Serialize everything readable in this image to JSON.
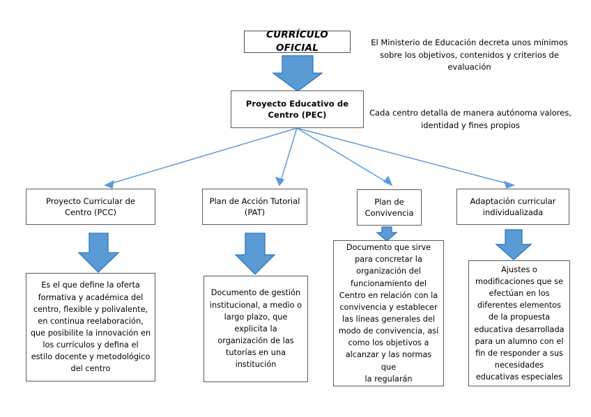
{
  "diagram": {
    "title_node": {
      "label": "CURRÍCULO OFICIAL"
    },
    "pec_node": {
      "label": "Proyecto Educativo de\nCentro (PEC)"
    },
    "notes": [
      {
        "name": "note-ministerio",
        "text": "El Ministerio de Educación decreta unos mínimos\nsobre los objetivos, contenidos y criterios de\nevaluación"
      },
      {
        "name": "note-centro",
        "text": "Cada centro detalla de manera autónoma valores,\nidentidad y fines propios"
      }
    ],
    "branches": [
      {
        "name": "pcc",
        "title": "Proyecto Curricular de\nCentro (PCC)",
        "description": "Es el que define la oferta\nformativa y académica del\ncentro, flexible y polivalente,\nen continua reelaboración,\nque posibilite la innovación en\nlos currículos y defina el\nestilo docente y metodológico\ndel centro"
      },
      {
        "name": "pat",
        "title": "Plan de Acción Tutorial\n(PAT)",
        "description": "Documento de gestión\ninstitucional, a medio o\nlargo plazo, que\nexplicita la\norganización de las\ntutorías en una\ninstitución"
      },
      {
        "name": "convivencia",
        "title": "Plan de\nConvivencia",
        "description": "Documento que sirve\npara concretar la\norganización del\nfuncionamiento del\nCentro en relación con la\nconvivencia y establecer\nlas líneas generales del\nmodo de convivencia, así\ncomo los objetivos a\nalcanzar y las normas que\nla regularán"
      },
      {
        "name": "adaptacion",
        "title": "Adaptación curricular\nindividualizada",
        "description": "Ajustes o\nmodificaciones que se\nefectúan en los\ndiferentes elementos\nde la propuesta\neducativa desarrollada\npara un alumno con el\nfin de responder a sus\nnecesidades\neducativas especiales"
      }
    ],
    "colors": {
      "arrow_fill": "#5b9bd5",
      "arrow_stroke": "#2e75b6",
      "connector_line": "#5b9bd5",
      "box_border": "#5a5a5a",
      "text": "#000000",
      "background": "#ffffff"
    }
  }
}
